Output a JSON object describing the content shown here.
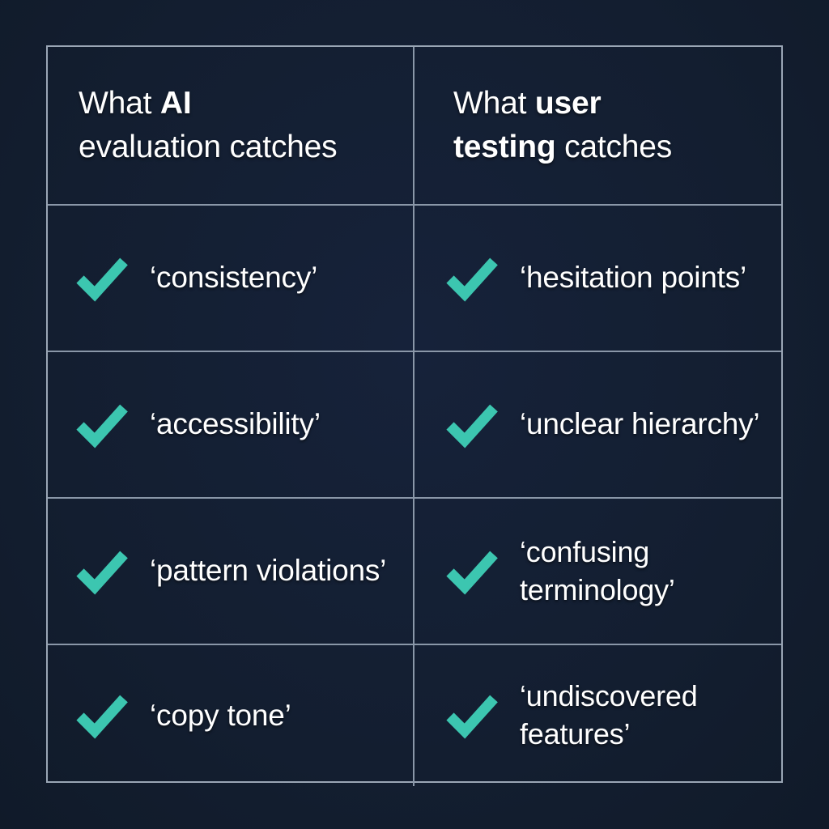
{
  "theme": {
    "background": "#131e30",
    "table_border": "#9aa6b5",
    "cell_divider": "#8a97a8",
    "text": "#ffffff",
    "check_accent": "#3cc6b0"
  },
  "table": {
    "columns": [
      {
        "id": "ai-evaluation",
        "header_prefix": "What ",
        "header_emphasis": "AI",
        "header_suffix": "",
        "header_line2": "evaluation catches",
        "header_full": "What AI evaluation catches"
      },
      {
        "id": "user-testing",
        "header_prefix": "What ",
        "header_emphasis": "user",
        "header_suffix": "",
        "header_line2_emphasis": "testing",
        "header_line2_suffix": " catches",
        "header_full": "What user testing catches"
      }
    ],
    "rows": [
      {
        "left": {
          "icon": "check-icon",
          "label": "‘consistency’"
        },
        "right": {
          "icon": "check-icon",
          "label": "‘hesitation points’"
        }
      },
      {
        "left": {
          "icon": "check-icon",
          "label": "‘accessibility’"
        },
        "right": {
          "icon": "check-icon",
          "label": "‘unclear hierarchy’"
        }
      },
      {
        "left": {
          "icon": "check-icon",
          "label": "‘pattern violations’"
        },
        "right": {
          "icon": "check-icon",
          "label": "‘confusing terminology’"
        }
      },
      {
        "left": {
          "icon": "check-icon",
          "label": "‘copy tone’"
        },
        "right": {
          "icon": "check-icon",
          "label": "‘undiscovered features’"
        }
      }
    ]
  }
}
